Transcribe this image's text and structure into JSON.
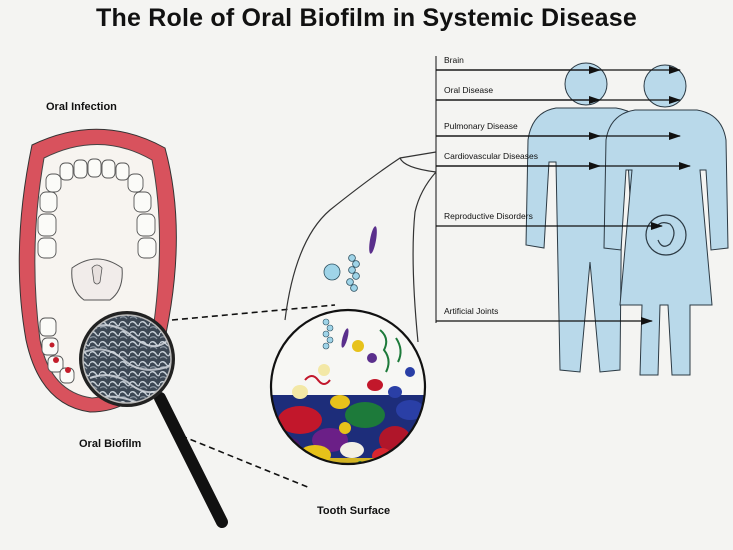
{
  "title": "The Role of Oral Biofilm in Systemic Disease",
  "labels": {
    "oral_infection": "Oral Infection",
    "oral_biofilm": "Oral Biofilm",
    "tooth_surface": "Tooth Surface"
  },
  "diseases": [
    "Brain",
    "Oral Disease",
    "Pulmonary Disease",
    "Cardiovascular Diseases",
    "Reproductive Disorders",
    "Artificial Joints"
  ],
  "colors": {
    "figure_blue": "#b9d9ea",
    "gum_red": "#d8525d",
    "background": "#f4f4f2"
  }
}
